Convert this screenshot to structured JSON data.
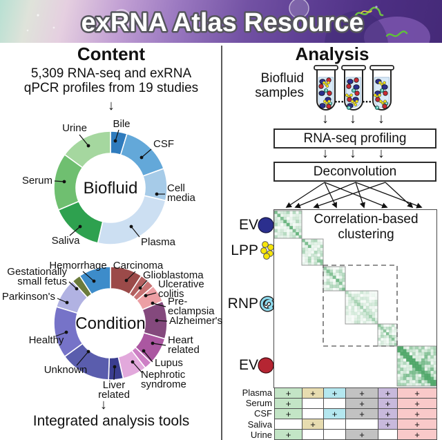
{
  "header": {
    "title": "exRNA Atlas Resource"
  },
  "glyphs": {
    "arrow_down": "↓",
    "dots": "···"
  },
  "content": {
    "title": "Content",
    "subtitle_line1": "5,309 RNA-seq and exRNA",
    "subtitle_line2": "qPCR profiles from 19 studies",
    "footer": "Integrated analysis tools"
  },
  "chart_data": [
    {
      "type": "pie",
      "style": "donut",
      "title": "Biofluid",
      "legend_position": "callout-labels",
      "segments": [
        {
          "label": "Bile",
          "sweep_deg": 17,
          "approx_pct": 5,
          "color": "#2f7bbd"
        },
        {
          "label": "CSF",
          "sweep_deg": 53,
          "approx_pct": 15,
          "color": "#63a8d9"
        },
        {
          "label": "Cell media",
          "sweep_deg": 33,
          "approx_pct": 9,
          "color": "#a6cbe8"
        },
        {
          "label": "Plasma",
          "sweep_deg": 90,
          "approx_pct": 25,
          "color": "#ccdff2"
        },
        {
          "label": "Saliva",
          "sweep_deg": 54,
          "approx_pct": 15,
          "color": "#2ea14f"
        },
        {
          "label": "Serum",
          "sweep_deg": 59,
          "approx_pct": 16,
          "color": "#6fbf70"
        },
        {
          "label": "Urine",
          "sweep_deg": 54,
          "approx_pct": 15,
          "color": "#a5d79f"
        }
      ]
    },
    {
      "type": "pie",
      "style": "donut",
      "title": "Condition",
      "legend_position": "callout-labels",
      "segments": [
        {
          "label": "Carcinoma",
          "sweep_deg": 33,
          "approx_pct": 9,
          "color": "#9b4a49"
        },
        {
          "label": "Glioblastoma",
          "sweep_deg": 8,
          "approx_pct": 2,
          "color": "#b25f5f"
        },
        {
          "label": "Ulcerative colitis",
          "sweep_deg": 8,
          "approx_pct": 2,
          "color": "#c97374"
        },
        {
          "label": "Pre-eclampsia",
          "sweep_deg": 18,
          "approx_pct": 5,
          "color": "#ec9fa4"
        },
        {
          "label": "Alzheimer's",
          "sweep_deg": 39,
          "approx_pct": 11,
          "color": "#84497d"
        },
        {
          "label": "Heart related",
          "sweep_deg": 28,
          "approx_pct": 8,
          "color": "#ab57a1"
        },
        {
          "label": "Lupus",
          "sweep_deg": 8,
          "approx_pct": 2,
          "color": "#cd7fc5"
        },
        {
          "label": "Nephrotic syndrome",
          "sweep_deg": 25,
          "approx_pct": 7,
          "color": "#e2a9dc"
        },
        {
          "label": "Liver related",
          "sweep_deg": 15,
          "approx_pct": 4,
          "color": "#3b3e90"
        },
        {
          "label": "Unknown",
          "sweep_deg": 52,
          "approx_pct": 14,
          "color": "#5a5dad"
        },
        {
          "label": "Healthy",
          "sweep_deg": 53,
          "approx_pct": 15,
          "color": "#7673c8"
        },
        {
          "label": "Parkinson's",
          "sweep_deg": 31,
          "approx_pct": 9,
          "color": "#b1b2e2"
        },
        {
          "label": "Gestationally small fetus",
          "sweep_deg": 9,
          "approx_pct": 2,
          "color": "#6b7b3c"
        },
        {
          "label": "Hemorrhage",
          "sweep_deg": 33,
          "approx_pct": 9,
          "color": "#3d8cca"
        }
      ]
    }
  ],
  "analysis": {
    "title": "Analysis",
    "samples_label_line1": "Biofluid",
    "samples_label_line2": "samples",
    "box1_label": "RNA-seq profiling",
    "box2_label": "Deconvolution",
    "heatmap_title_line1": "Correlation-based",
    "heatmap_title_line2": "clustering",
    "cluster_labels": [
      {
        "label": "EV",
        "icon": "ev-navy-circle",
        "color": "#2b2f8e"
      },
      {
        "label": "LPP",
        "icon": "lpp-yellow-cluster",
        "color": "#f6e50a"
      },
      {
        "label": "RNP",
        "icon": "rnp-teal-spiral",
        "color": "#8fdcef"
      },
      {
        "label": "EV",
        "icon": "ev-red-circle",
        "color": "#b52532"
      }
    ],
    "tube_particle_colors": {
      "ev_navy": "#2b2f8e",
      "ev_red": "#cc2a33",
      "lpp_yellow": "#f6e50a",
      "rnp_teal": "#5fc4b8",
      "liquid": "#d9eaf8"
    },
    "table": {
      "plus": "+",
      "row_labels": [
        "Plasma",
        "Serum",
        "CSF",
        "Saliva",
        "Urine"
      ],
      "column_colors": [
        "#c3e5c6",
        "#e7dcb0",
        "#b4e7ef",
        "#c2c2c2",
        "#c8b9dc",
        "#f9c9c9"
      ],
      "cells": [
        [
          1,
          1,
          1,
          1,
          1,
          1
        ],
        [
          1,
          0,
          0,
          1,
          1,
          1
        ],
        [
          1,
          0,
          1,
          1,
          1,
          1
        ],
        [
          0,
          1,
          0,
          0,
          1,
          1
        ],
        [
          1,
          0,
          0,
          1,
          0,
          1
        ]
      ]
    }
  }
}
